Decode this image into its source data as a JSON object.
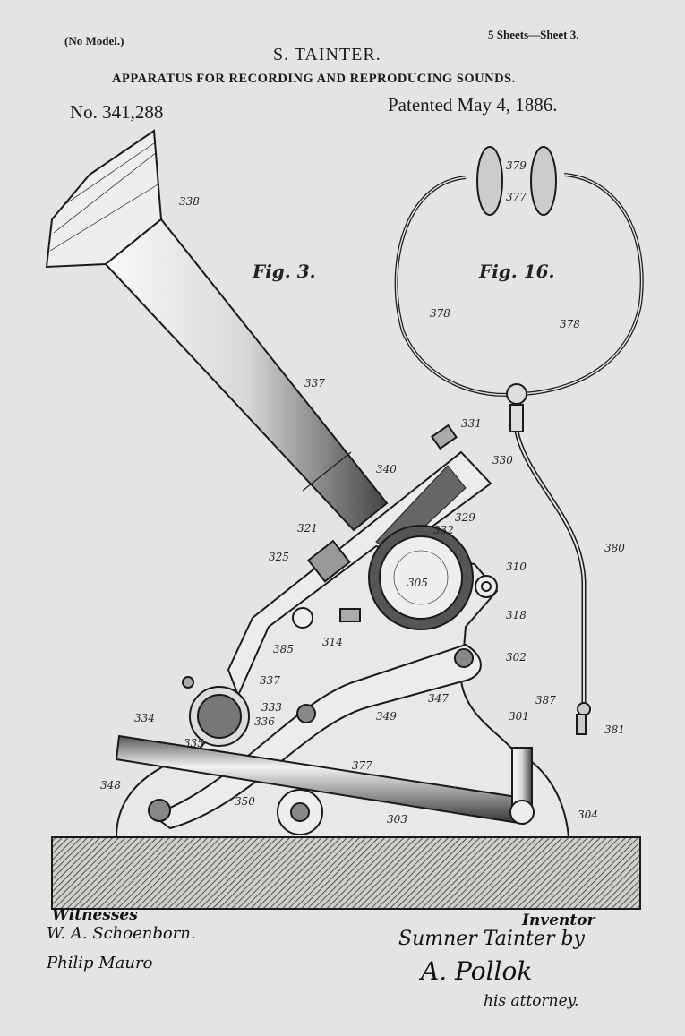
{
  "header": {
    "no_model": "(No Model.)",
    "sheets": "5 Sheets—Sheet 3.",
    "inventor": "S. TAINTER.",
    "title": "APPARATUS FOR RECORDING AND REPRODUCING SOUNDS.",
    "patent_number": "No. 341,288",
    "patent_date": "Patented May 4, 1886."
  },
  "figures": {
    "fig3": {
      "label": "Fig. 3.",
      "refs": [
        "338",
        "337",
        "331",
        "330",
        "340",
        "329",
        "332",
        "321",
        "325",
        "310",
        "305",
        "318",
        "385",
        "314",
        "302",
        "337",
        "347",
        "349",
        "301",
        "334",
        "333",
        "336",
        "335",
        "377",
        "348",
        "350",
        "303",
        "304"
      ]
    },
    "fig16": {
      "label": "Fig. 16.",
      "refs": [
        "379",
        "377",
        "378",
        "378",
        "380",
        "387",
        "381"
      ]
    }
  },
  "signatures": {
    "witnesses_label": "Witnesses",
    "witness1": "W. A. Schoenborn.",
    "witness2": "Philip Mauro",
    "inventor_label": "Inventor",
    "inventor_sig": "Sumner Tainter by",
    "attorney_sig": "A. Pollok",
    "attorney_label": "his attorney."
  }
}
